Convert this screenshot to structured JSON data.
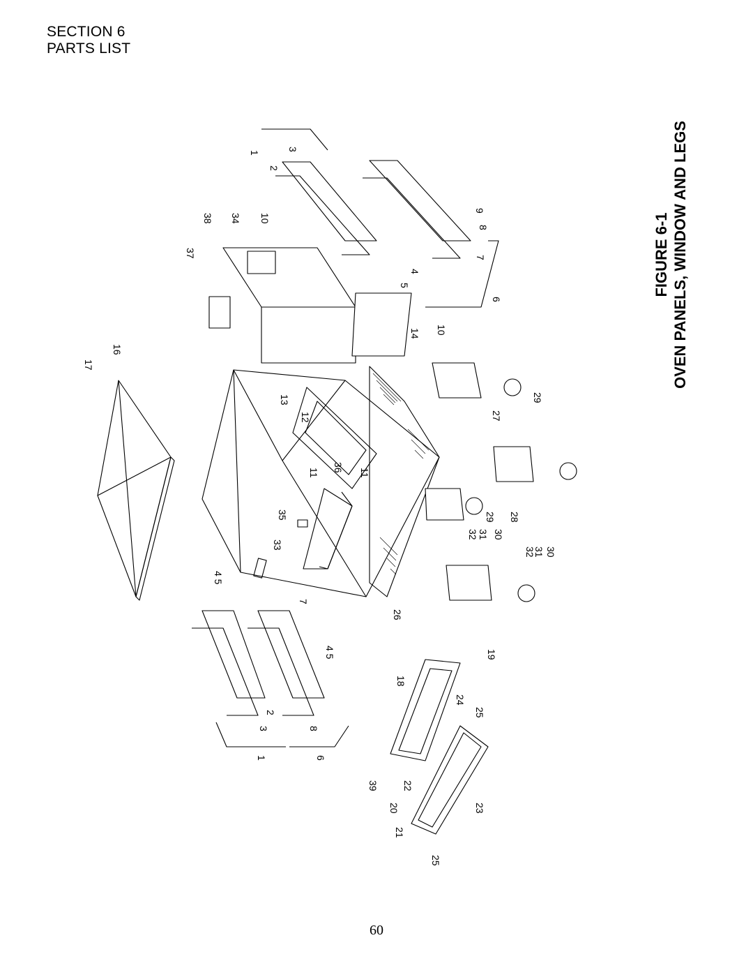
{
  "header": {
    "section": "SECTION 6",
    "subtitle": "PARTS LIST"
  },
  "figure": {
    "number": "FIGURE 6-1",
    "title": "OVEN PANELS, WINDOW AND LEGS"
  },
  "labels": [
    "1",
    "2",
    "3",
    "38",
    "34",
    "10",
    "9",
    "8",
    "7",
    "6",
    "37",
    "4",
    "5",
    "14",
    "10",
    "17",
    "16",
    "13",
    "12",
    "11",
    "36",
    "11",
    "35",
    "33",
    "4 5",
    "7",
    "4 5",
    "3",
    "2",
    "8",
    "1",
    "6",
    "27",
    "29",
    "29",
    "28",
    "32",
    "31",
    "30",
    "32",
    "31",
    "30",
    "26",
    "19",
    "18",
    "24",
    "25",
    "39",
    "22",
    "20",
    "23",
    "21",
    "25"
  ],
  "page_number": "60"
}
